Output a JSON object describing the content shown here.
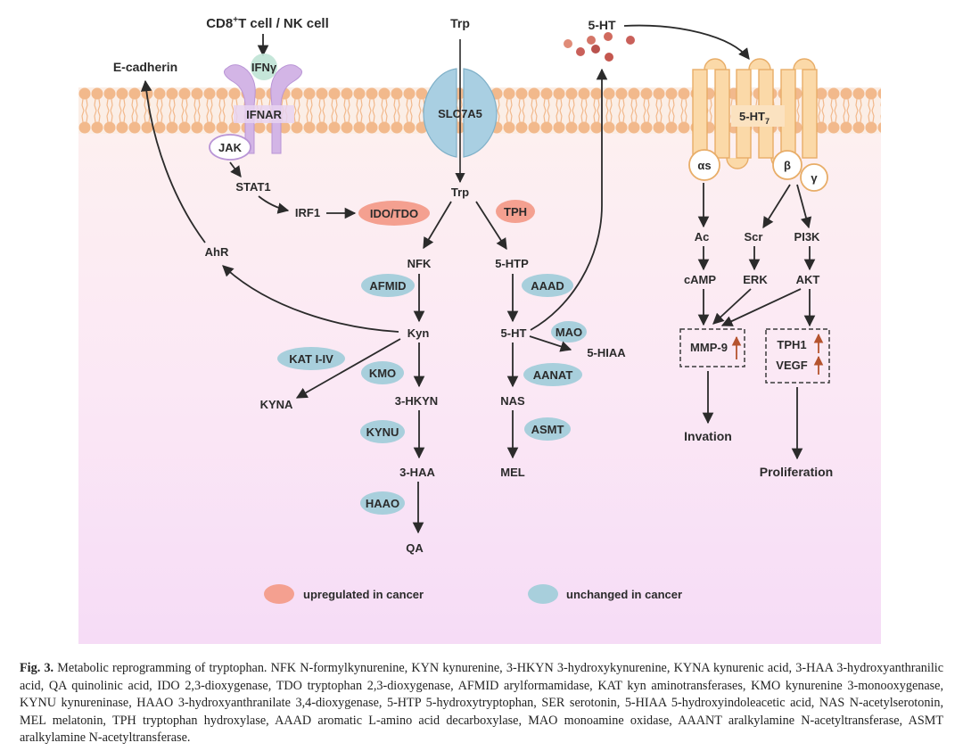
{
  "figure": {
    "extracellular": {
      "immune_source": "CD8",
      "immune_source_sup": "+",
      "immune_source_rest": "T cell / NK cell",
      "ifn": "IFNγ",
      "e_cadherin": "E-cadherin",
      "trp_out": "Trp",
      "serotonin_out": "5-HT"
    },
    "membrane": {
      "ifnar": "IFNAR",
      "slc7a5": "SLC7A5",
      "receptor_5ht7": "5-HT",
      "receptor_5ht7_sub": "7"
    },
    "jak_stat": {
      "jak": "JAK",
      "stat1": "STAT1",
      "irf1": "IRF1"
    },
    "kynurenine_pathway": {
      "trp_in": "Trp",
      "nfk": "NFK",
      "kyn": "Kyn",
      "ahr": "AhR",
      "kyna": "KYNA",
      "hkyn": "3-HKYN",
      "haa": "3-HAA",
      "qa": "QA"
    },
    "serotonin_pathway": {
      "htp": "5-HTP",
      "ht": "5-HT",
      "hiaa": "5-HIAA",
      "nas": "NAS",
      "mel": "MEL"
    },
    "enzymes": {
      "ido_tdo": {
        "label": "IDO/TDO",
        "status": "upregulated"
      },
      "tph": {
        "label": "TPH",
        "status": "upregulated"
      },
      "afmid": {
        "label": "AFMID",
        "status": "unchanged"
      },
      "aaad": {
        "label": "AAAD",
        "status": "unchanged"
      },
      "mao": {
        "label": "MAO",
        "status": "unchanged"
      },
      "kat": {
        "label": "KAT I-IV",
        "status": "unchanged"
      },
      "kmo": {
        "label": "KMO",
        "status": "unchanged"
      },
      "aanat": {
        "label": "AANAT",
        "status": "unchanged"
      },
      "kynu": {
        "label": "KYNU",
        "status": "unchanged"
      },
      "asmt": {
        "label": "ASMT",
        "status": "unchanged"
      },
      "haao": {
        "label": "HAAO",
        "status": "unchanged"
      }
    },
    "ht7_signaling": {
      "g_alpha": "αs",
      "g_beta": "β",
      "g_gamma": "γ",
      "ac": "Ac",
      "camp": "cAMP",
      "scr": "Scr",
      "erk": "ERK",
      "pi3k": "PI3K",
      "akt": "AKT",
      "mmp9": "MMP-9",
      "tph1": "TPH1",
      "vegf": "VEGF",
      "invasion": "Invation",
      "proliferation": "Proliferation"
    },
    "legend": {
      "upregulated": "upregulated in cancer",
      "unchanged": "unchanged in cancer"
    },
    "colors": {
      "upregulated": "#f4a090",
      "unchanged": "#a8cfdc",
      "membrane": "#f2b98c",
      "receptor_purple": "#d3b5e6",
      "receptor_orange": "#fbd9a8",
      "slc_blue": "#a9cfe2",
      "ifn_green": "#bfe3d5",
      "serotonin_dot": "#c9605a",
      "up_arrow": "#b5542f"
    }
  },
  "caption": {
    "label": "Fig. 3.",
    "text": " Metabolic reprogramming of tryptophan. NFK N-formylkynurenine, KYN kynurenine, 3-HKYN 3-hydroxykynurenine, KYNA kynurenic acid, 3-HAA 3-hydroxyanthranilic acid, QA quinolinic acid, IDO 2,3-dioxygenase, TDO tryptophan 2,3-dioxygenase, AFMID arylformamidase, KAT kyn aminotransferases, KMO kynurenine 3-monooxygenase, KYNU kynureninase, HAAO 3-hydroxyanthranilate 3,4-dioxygenase, 5-HTP 5-hydroxytryptophan, SER serotonin, 5-HIAA 5-hydroxyindoleacetic acid, NAS N-acetylserotonin, MEL melatonin, TPH tryptophan hydroxylase, AAAD aromatic L-amino acid decarboxylase, MAO monoamine oxidase, AAANT aralkylamine N-acetyltransferase, ASMT aralkylamine N-acetyltransferase."
  }
}
